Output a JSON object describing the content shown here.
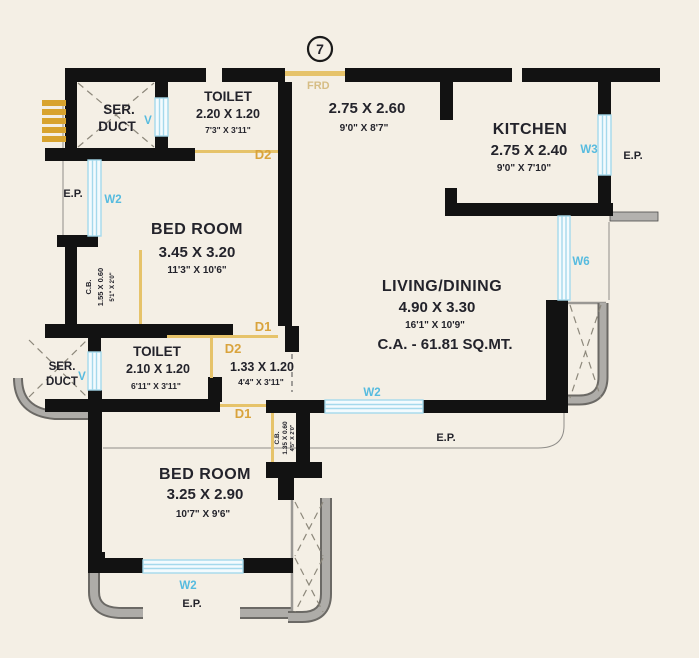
{
  "unit": {
    "number": "7"
  },
  "labels": {
    "ep": "E.P.",
    "frd": "FRD",
    "d1": "D1",
    "d2": "D2",
    "w2": "W2",
    "w3": "W3",
    "w6": "W6",
    "v": "V"
  },
  "rooms": {
    "toilet_top": {
      "name": "TOILET",
      "dim_m": "2.20 X 1.20",
      "dim_ft": "7'3\" X 3'11\""
    },
    "foyer": {
      "dim_m": "2.75 X 2.60",
      "dim_ft": "9'0\" X 8'7\""
    },
    "kitchen": {
      "name": "KITCHEN",
      "dim_m": "2.75 X 2.40",
      "dim_ft": "9'0\" X 7'10\""
    },
    "bedroom_top": {
      "name": "BED ROOM",
      "dim_m": "3.45 X 3.20",
      "dim_ft": "11'3\" X 10'6\""
    },
    "living_dining": {
      "name": "LIVING/DINING",
      "dim_m": "4.90 X 3.30",
      "dim_ft": "16'1\" X 10'9\"",
      "carpet_area": "C.A. - 61.81 SQ.MT."
    },
    "toilet_mid": {
      "name": "TOILET",
      "dim_m": "2.10 X 1.20",
      "dim_ft": "6'11\" X 3'11\""
    },
    "passage": {
      "dim_m": "1.33 X 1.20",
      "dim_ft": "4'4\" X 3'11\""
    },
    "bedroom_bottom": {
      "name": "BED ROOM",
      "dim_m": "3.25 X 2.90",
      "dim_ft": "10'7\" X 9'6\""
    },
    "service_duct_top": {
      "line1": "SER.",
      "line2": "DUCT"
    },
    "service_duct_mid": {
      "line1": "SER.",
      "line2": "DUCT"
    },
    "cupboard_top": {
      "name": "C.B.",
      "dim_m": "1.55 X 0.60",
      "dim_ft": "5'1\" X 2'0\""
    },
    "cupboard_bottom": {
      "name": "C.B.",
      "dim_m": "1.35 X 0.60",
      "dim_ft": "4'5\" X 2'0\""
    }
  },
  "colors": {
    "background": "#f4efe5",
    "wall": "#121212",
    "window_glass": "#a5d9ec",
    "window_label": "#56bbdf",
    "door_gold": "#e6c36a",
    "label_gold": "#d9a33c",
    "text": "#23232b",
    "balcony_gray": "#aeaca8"
  }
}
